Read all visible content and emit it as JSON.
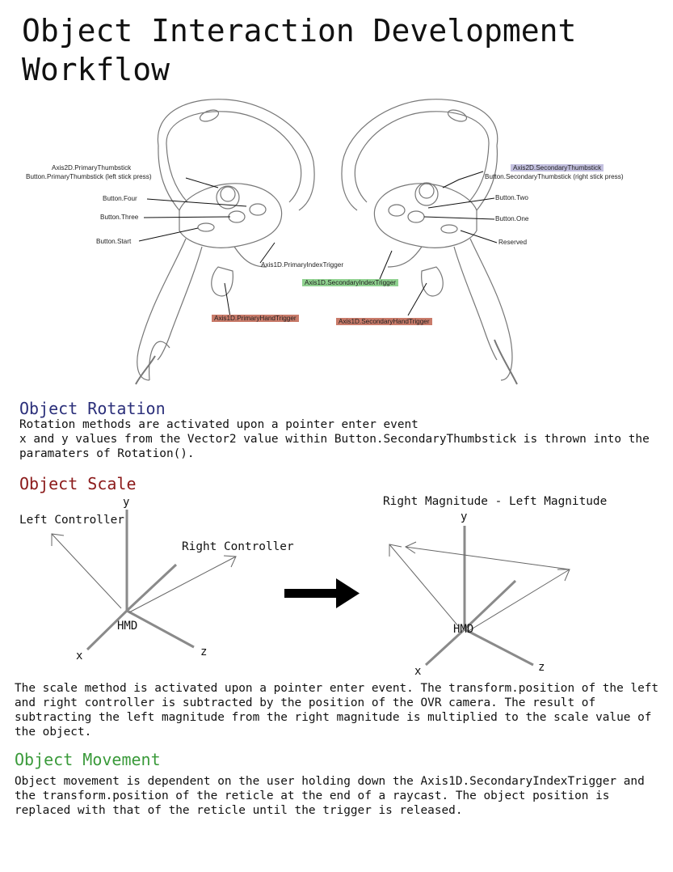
{
  "title": "Object Interaction Development Workflow",
  "controller_labels": {
    "axis2d_primary_thumbstick": "Axis2D.PrimaryThumbstick",
    "button_primary_thumbstick": "Button.PrimaryThumbstick (left stick press)",
    "button_four": "Button.Four",
    "button_three": "Button.Three",
    "button_start": "Button.Start",
    "axis1d_primary_index_trigger": "Axis1D.PrimaryIndexTrigger",
    "axis1d_primary_hand_trigger": "Axis1D.PrimaryHandTrigger",
    "axis2d_secondary_thumbstick": "Axis2D.SecondaryThumbstick",
    "button_secondary_thumbstick": "Button.SecondaryThumbstick (right stick press)",
    "button_two": "Button.Two",
    "button_one": "Button.One",
    "reserved": "Reserved",
    "axis1d_secondary_index_trigger": "Axis1D.SecondaryIndexTrigger",
    "axis1d_secondary_hand_trigger": "Axis1D.SecondaryHandTrigger"
  },
  "highlight_colors": {
    "secondary_thumbstick": "#c4c1e0",
    "secondary_index_trigger": "#8fd18f",
    "hand_triggers": "#c97b6a"
  },
  "sections": {
    "rotation": {
      "heading": "Object Rotation",
      "heading_color": "#2b2f7a",
      "line1": "Rotation methods are activated upon a pointer enter event",
      "line2": "x and y values from the Vector2 value within Button.SecondaryThumbstick is thrown into the paramaters of Rotation()."
    },
    "scale": {
      "heading": "Object Scale",
      "heading_color": "#8b1a1a",
      "left_diagram": {
        "y": "y",
        "x": "x",
        "z": "z",
        "hmd": "HMD",
        "left_controller": "Left Controller",
        "right_controller": "Right Controller"
      },
      "right_diagram": {
        "caption": "Right Magnitude - Left Magnitude",
        "y": "y",
        "x": "x",
        "z": "z",
        "hmd": "HMD"
      },
      "body": "The scale method is activated upon a pointer enter event. The transform.position of the left and right controller is subtracted by the position of the OVR camera. The result of subtracting the left magnitude from the right magnitude is multiplied to the scale value of the object."
    },
    "movement": {
      "heading": "Object Movement",
      "heading_color": "#3a9a3a",
      "body": "Object movement is dependent on the user holding down the Axis1D.SecondaryIndexTrigger and the transform.position of the reticle at the end of a raycast. The object position is replaced with that of the reticle until the trigger is released."
    }
  }
}
